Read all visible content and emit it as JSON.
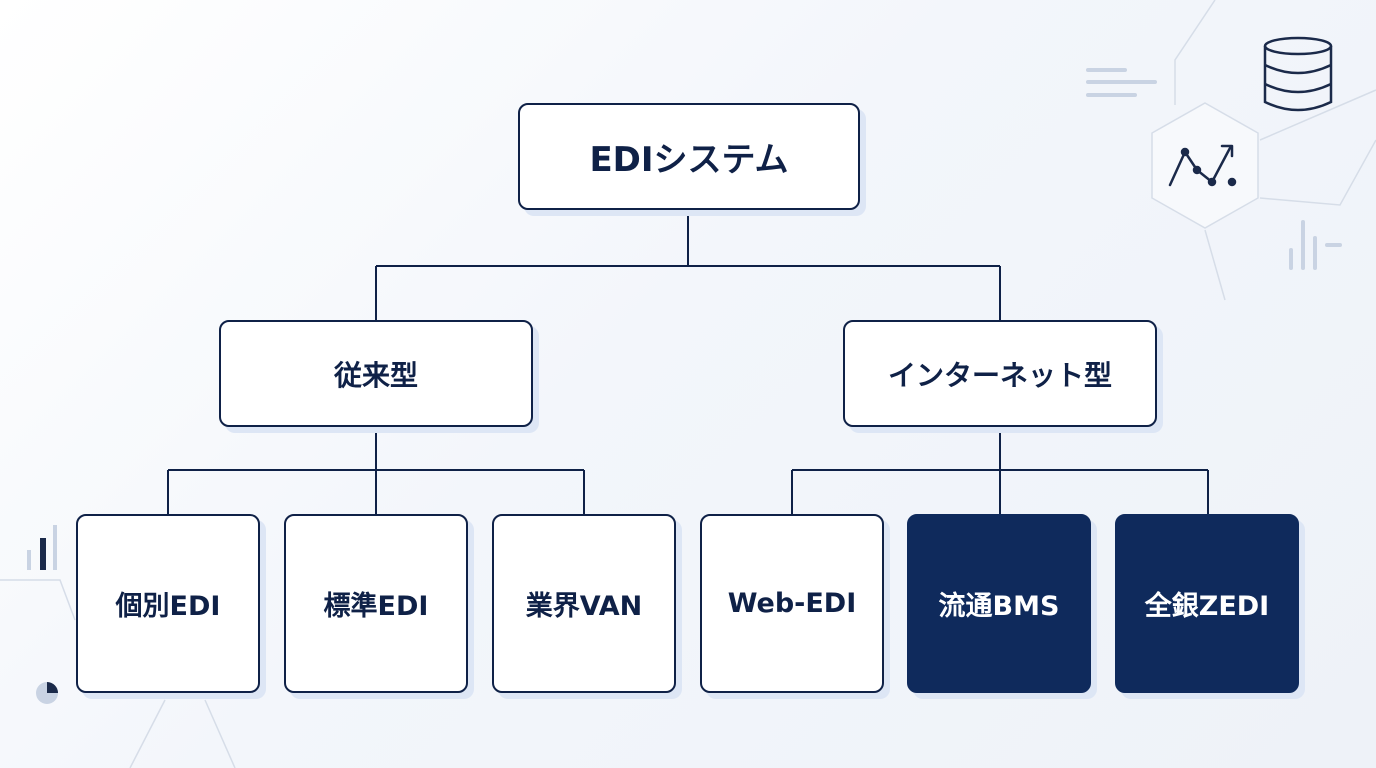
{
  "root": {
    "label": "EDIシステム"
  },
  "categories": [
    {
      "label": "従来型"
    },
    {
      "label": "インターネット型"
    }
  ],
  "leaves": [
    {
      "label": "個別EDI",
      "category": "従来型",
      "highlight": false
    },
    {
      "label": "標準EDI",
      "category": "従来型",
      "highlight": false
    },
    {
      "label": "業界VAN",
      "category": "従来型",
      "highlight": false
    },
    {
      "label": "Web-EDI",
      "category": "インターネット型",
      "highlight": false
    },
    {
      "label": "流通BMS",
      "category": "インターネット型",
      "highlight": true
    },
    {
      "label": "全銀ZEDI",
      "category": "インターネット型",
      "highlight": true
    }
  ],
  "colors": {
    "line": "#0f2147",
    "highlight_fill": "#0f2a5c",
    "shadow": "#dde6f5"
  },
  "icons": [
    "database-icon",
    "line-chart-icon",
    "bar-chart-icon",
    "pie-chart-icon"
  ]
}
